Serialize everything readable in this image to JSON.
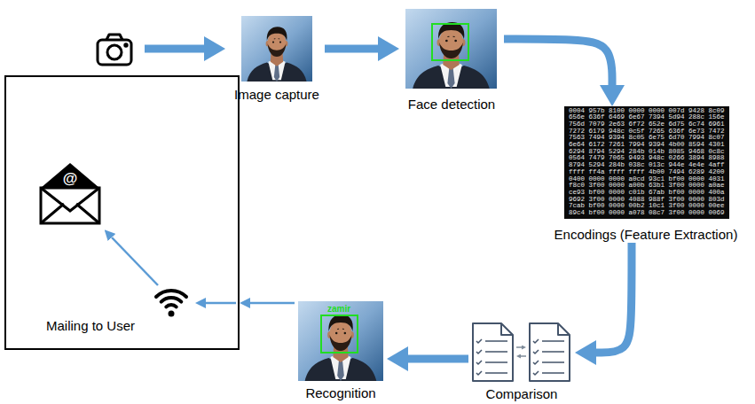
{
  "diagram": {
    "nodes": [
      {
        "text": [
          "Image capture"
        ]
      },
      {
        "text": [
          "Face detection"
        ]
      },
      {
        "text": [
          "Encodings (Feature Extraction)"
        ]
      },
      {
        "text": [
          "Comparison"
        ]
      },
      {
        "text": [
          "Recognition"
        ]
      },
      {
        "text": [
          "Mailing to User"
        ]
      }
    ],
    "edges": [
      {
        "from": 0,
        "to": 1,
        "arrow": "to"
      },
      {
        "from": 1,
        "to": 2,
        "arrow": "to"
      },
      {
        "from": 2,
        "to": 3,
        "arrow": "to"
      },
      {
        "from": 3,
        "to": 4,
        "arrow": "to"
      },
      {
        "from": 4,
        "to": 5,
        "arrow": "to"
      }
    ],
    "labels": [
      "@",
      "zamir",
      "0004 957b 8100 0000 0000 007d 9428 8c09",
      "656e 636f 6469 6e67 7394 5d94 288c 156e",
      "756d 7079 2e63 6f72 652e 6d75 6c74 6961",
      "7272 6179 948c 0c5f 7265 636f 6e73 7472",
      "7563 7494 9394 8c05 6e75 6d70 7994 8c07",
      "6e64 6172 7261 7994 9394 4b00 8594 4301",
      "6294 8794 5294 284b 014b 8085 9468 0c8c",
      "0564 7479 7065 9493 948c 0266 3894 8988",
      "8794 5294 284b 038c 013c 944e 4e4e 4aff",
      "ffff ff4a ffff ffff 4b00 7494 6289 4200",
      "0400 0000 0000 a0cd 93c1 bf00 0000 4031",
      "f8c0 3f00 0000 a00b 63b1 3f00 0000 a0ae",
      "ce93 bf00 0000 c01b 67ab bf00 0000 400a",
      "9692 3f00 0000 4088 988f 3f00 0000 803d",
      "7cab bf00 0000 00b2 10c1 3f00 0000 00ee",
      "89c4 bf00 0000 a078 08c7 3f00 0000 0069"
    ]
  }
}
